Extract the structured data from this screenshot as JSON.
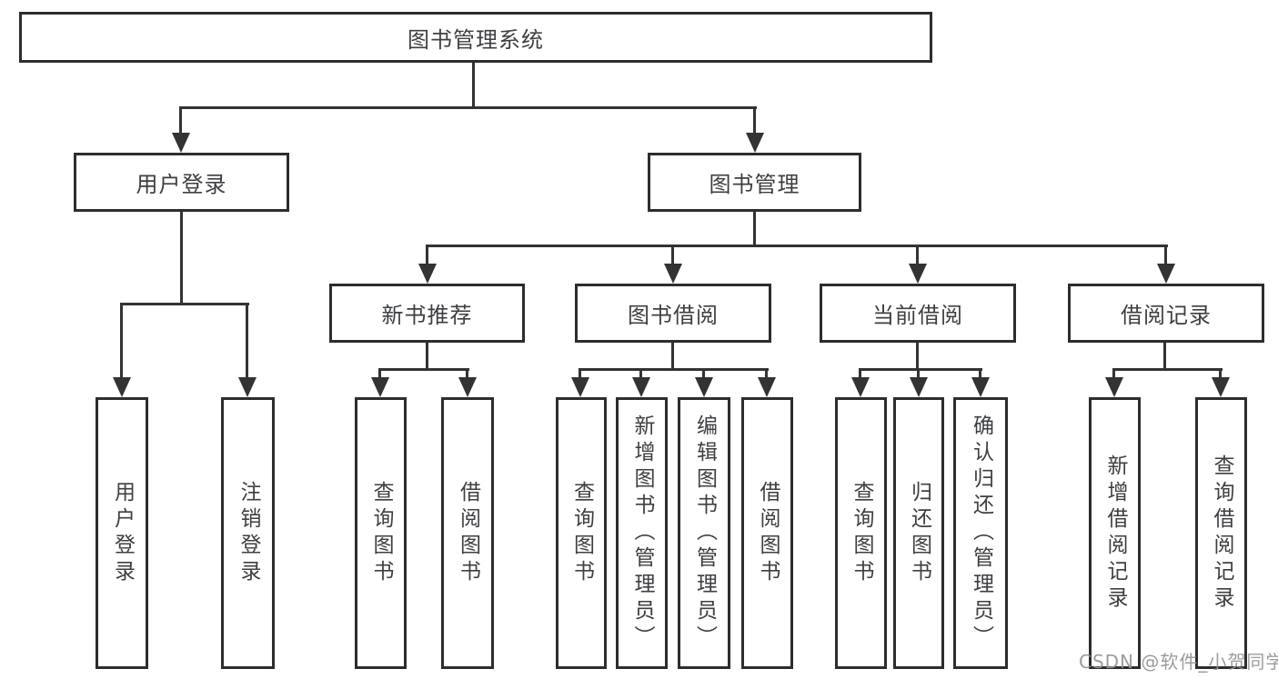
{
  "diagram": {
    "root": {
      "label": "图书管理系统",
      "children": [
        {
          "label": "用户登录",
          "children": [
            {
              "label": "用户登录"
            },
            {
              "label": "注销登录"
            }
          ]
        },
        {
          "label": "图书管理",
          "children": [
            {
              "label": "新书推荐",
              "children": [
                {
                  "label": "查询图书"
                },
                {
                  "label": "借阅图书"
                }
              ]
            },
            {
              "label": "图书借阅",
              "children": [
                {
                  "label": "查询图书"
                },
                {
                  "label": "新增图书（管理员）"
                },
                {
                  "label": "编辑图书（管理员）"
                },
                {
                  "label": "借阅图书"
                }
              ]
            },
            {
              "label": "当前借阅",
              "children": [
                {
                  "label": "查询图书"
                },
                {
                  "label": "归还图书"
                },
                {
                  "label": "确认归还（管理员）"
                }
              ]
            },
            {
              "label": "借阅记录",
              "children": [
                {
                  "label": "新增借阅记录"
                },
                {
                  "label": "查询借阅记录"
                }
              ]
            }
          ]
        }
      ]
    },
    "colors": {
      "line": "#333333",
      "box_border": "#2d2d2d",
      "text": "#3d3f42",
      "watermark": "#949494",
      "background": "#ffffff"
    }
  },
  "watermark": "CSDN @软件_小贺同学"
}
